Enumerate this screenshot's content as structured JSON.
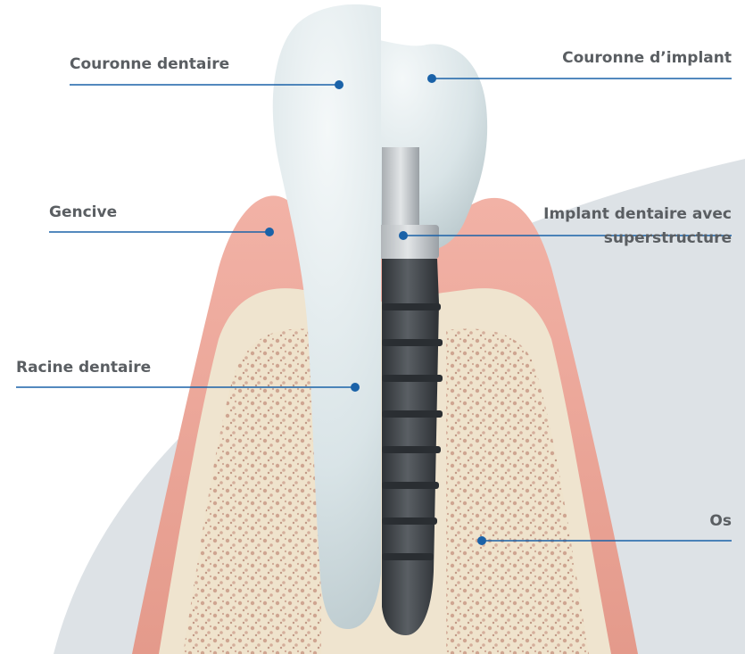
{
  "colors": {
    "label_text": "#5a5e62",
    "leader_line": "#1a62a8",
    "dot": "#1a62a8",
    "background_arc": "#dde2e6",
    "gum": "#eba699",
    "bone": "#efe4cf",
    "tooth": "#dde7ea",
    "implant": "#42474c"
  },
  "labels": {
    "crown": "Couronne dentaire",
    "implant_crown": "Couronne d’implant",
    "gum": "Gencive",
    "implant_line1": "Implant dentaire avec",
    "implant_line2": "superstructure",
    "root": "Racine dentaire",
    "bone": "Os"
  }
}
